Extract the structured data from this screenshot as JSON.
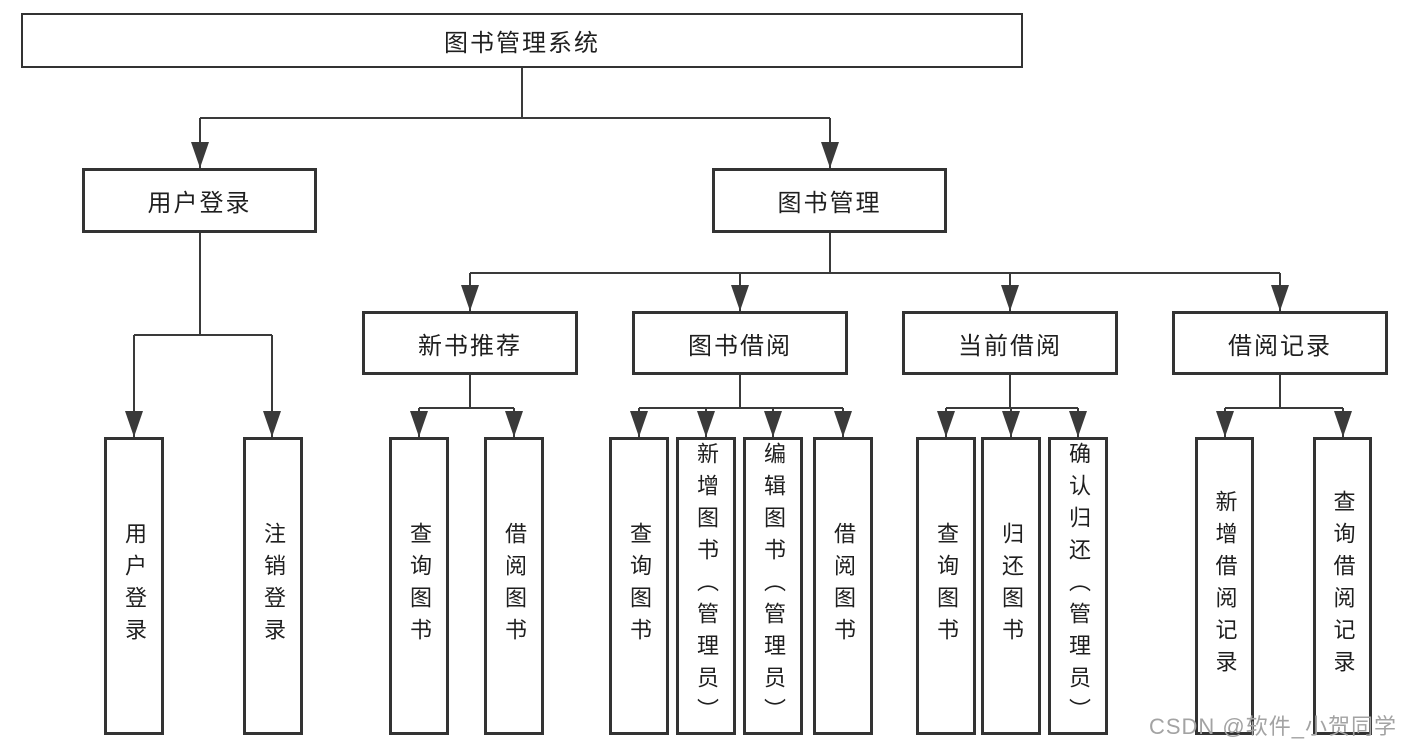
{
  "diagram": {
    "root": {
      "label": "图书管理系统"
    },
    "level2": [
      {
        "label": "用户登录",
        "children": [
          {
            "label": "用户登录"
          },
          {
            "label": "注销登录"
          }
        ]
      },
      {
        "label": "图书管理",
        "children": [
          {
            "label": "新书推荐",
            "children": [
              {
                "label": "查询图书"
              },
              {
                "label": "借阅图书"
              }
            ]
          },
          {
            "label": "图书借阅",
            "children": [
              {
                "label": "查询图书"
              },
              {
                "label": "新增图书（管理员）"
              },
              {
                "label": "编辑图书（管理员）"
              },
              {
                "label": "借阅图书"
              }
            ]
          },
          {
            "label": "当前借阅",
            "children": [
              {
                "label": "查询图书"
              },
              {
                "label": "归还图书"
              },
              {
                "label": "确认归还（管理员）"
              }
            ]
          },
          {
            "label": "借阅记录",
            "children": [
              {
                "label": "新增借阅记录"
              },
              {
                "label": "查询借阅记录"
              }
            ]
          }
        ]
      }
    ]
  },
  "watermark": {
    "text": "CSDN @软件_小贺同学",
    "color": "#a3a3a3"
  },
  "colors": {
    "line": "#3a3a3a",
    "box_border": "#333333",
    "box_background": "#ffffff",
    "text": "#1f1f1f",
    "page_background": "#ffffff"
  }
}
